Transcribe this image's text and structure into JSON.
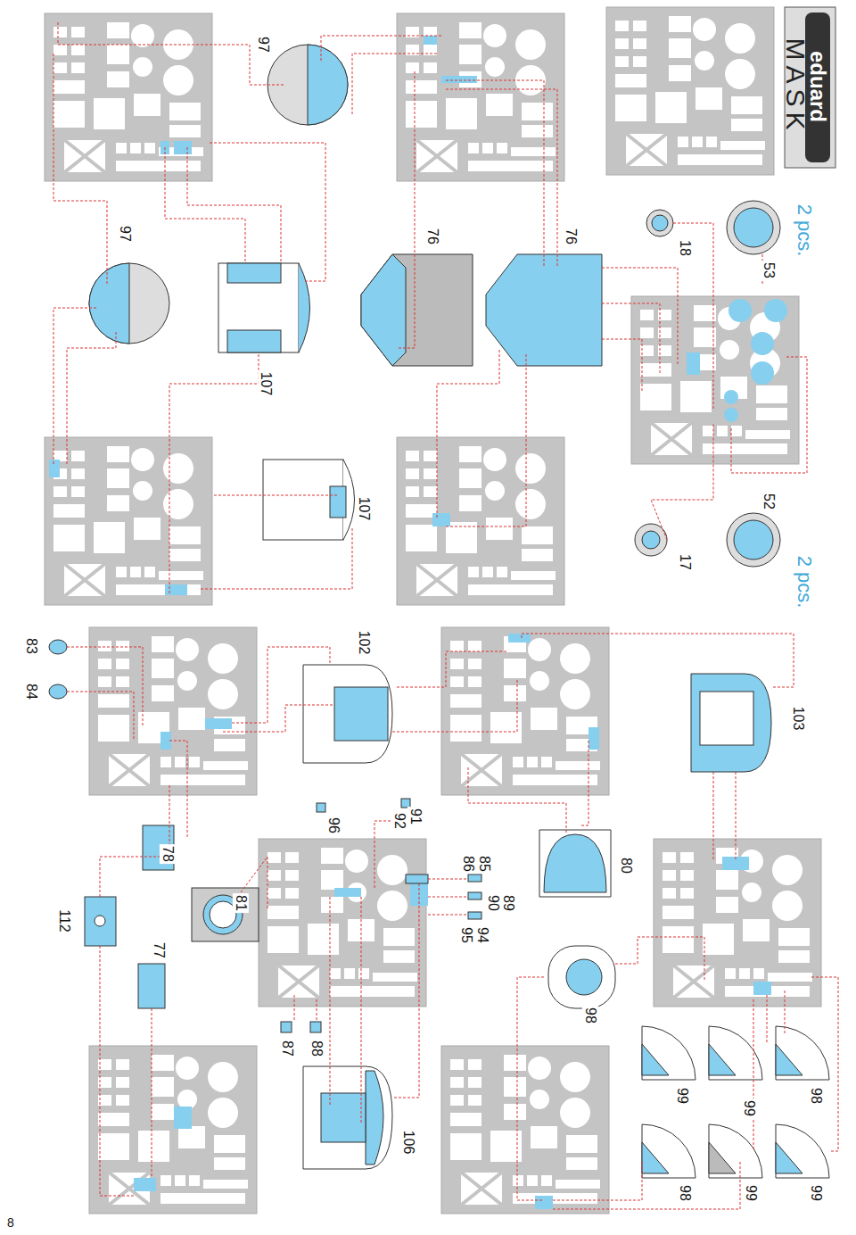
{
  "diagram": {
    "labels": [
      "eduard",
      "MASK",
      "97",
      "97",
      "107",
      "107",
      "76",
      "76",
      "18",
      "53",
      "52",
      "17",
      "2 pcs.",
      "2 pcs.",
      "83",
      "84",
      "102",
      "103",
      "78",
      "96",
      "92",
      "91",
      "85",
      "86",
      "89",
      "90",
      "94",
      "95",
      "80",
      "81",
      "112",
      "77",
      "87",
      "88",
      "106",
      "98",
      "98",
      "99",
      "99",
      "98",
      "99",
      "99",
      "8"
    ]
  }
}
